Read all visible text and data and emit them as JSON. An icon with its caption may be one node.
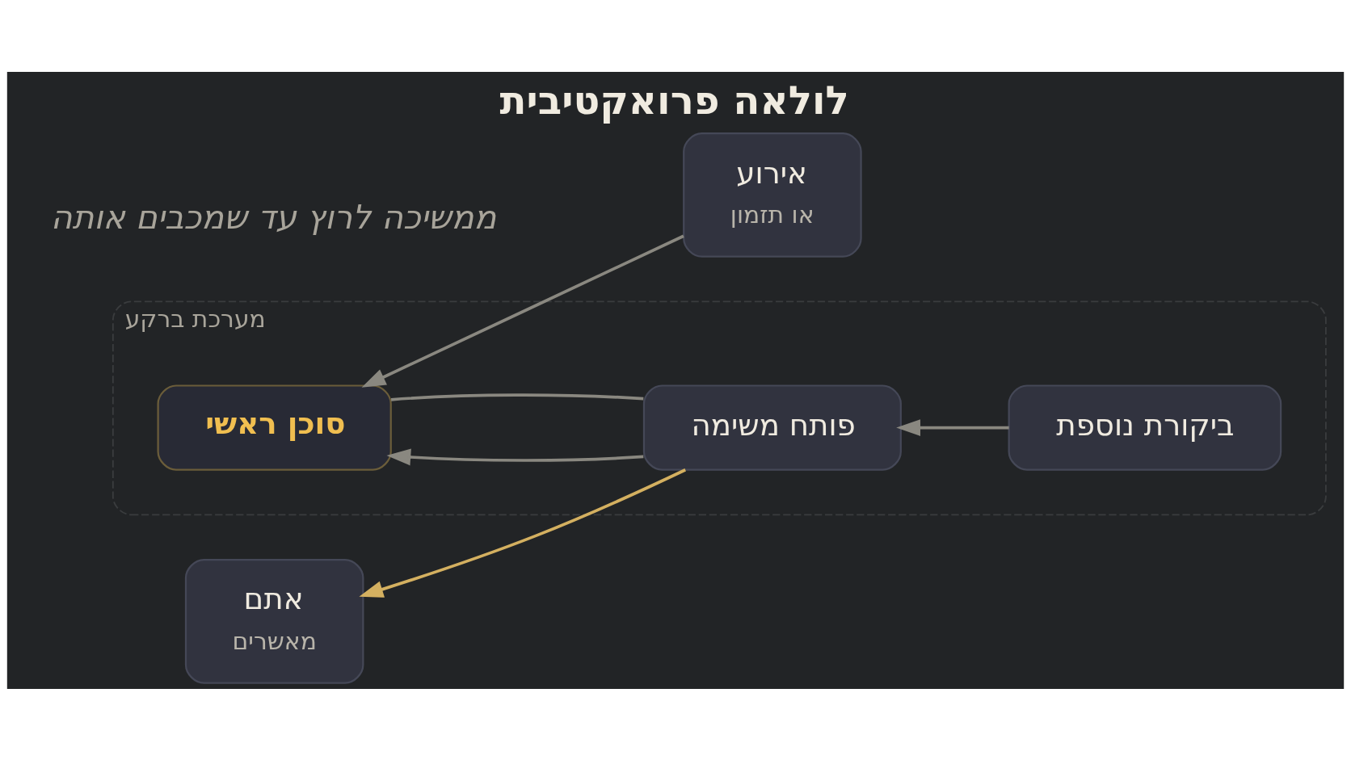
{
  "diagram": {
    "title": "לולאה פרואקטיבית",
    "caption": "ממשיכה לרוץ עד שמכבים אותה",
    "nodes": [
      {
        "text": [
          "אירוע",
          "או תזמון"
        ]
      },
      {
        "text": [
          "מערכת ברקע"
        ]
      },
      {
        "text": [
          "ביקורת נוספת"
        ],
        "in": 1
      },
      {
        "text": [
          "סוכן ראשי"
        ],
        "in": 1
      },
      {
        "text": [
          "פותח משימה"
        ],
        "in": 1
      },
      {
        "text": [
          "אתם",
          "מאשרים"
        ]
      }
    ],
    "edges": [
      {
        "from": 0,
        "to": 3,
        "arrow": "to"
      },
      {
        "from": 3,
        "to": 4,
        "arrow": "none"
      },
      {
        "from": 2,
        "to": 4,
        "arrow": "to"
      },
      {
        "from": 4,
        "to": 3,
        "arrow": "to"
      },
      {
        "from": 4,
        "to": 5,
        "arrow": "to",
        "color": "#d4b060"
      }
    ]
  }
}
